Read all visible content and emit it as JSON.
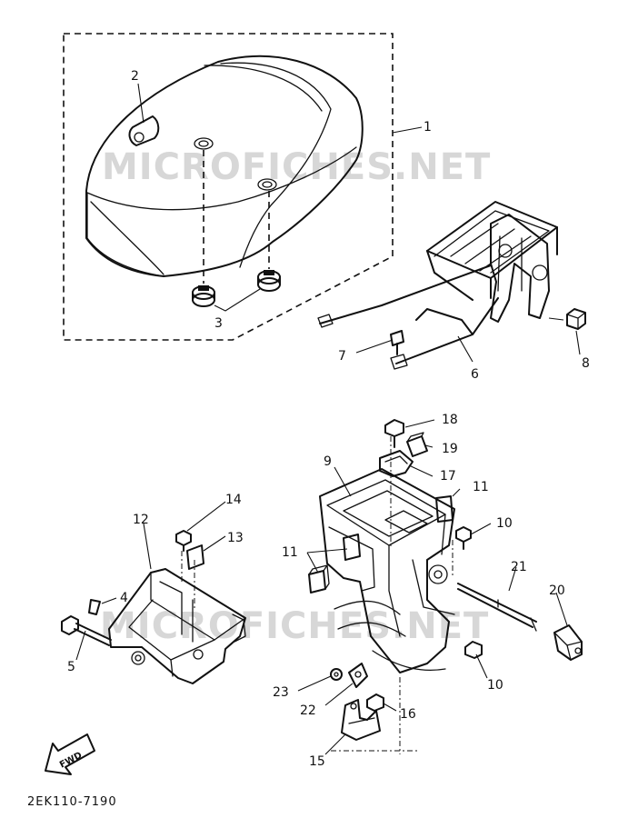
{
  "watermark": {
    "text": "MICROFICHES.NET"
  },
  "callouts": {
    "c1": "1",
    "c2": "2",
    "c3": "3",
    "c4": "4",
    "c5": "5",
    "c6": "6",
    "c7": "7",
    "c8": "8",
    "c9": "9",
    "c10a": "10",
    "c10b": "10",
    "c11a": "11",
    "c11b": "11",
    "c12": "12",
    "c13": "13",
    "c14": "14",
    "c15": "15",
    "c16": "16",
    "c17": "17",
    "c18": "18",
    "c19": "19",
    "c20": "20",
    "c21": "21",
    "c22": "22",
    "c23": "23"
  },
  "fwd_arrow": {
    "label": "FWD"
  },
  "diagram_code": "2EK110-7190"
}
